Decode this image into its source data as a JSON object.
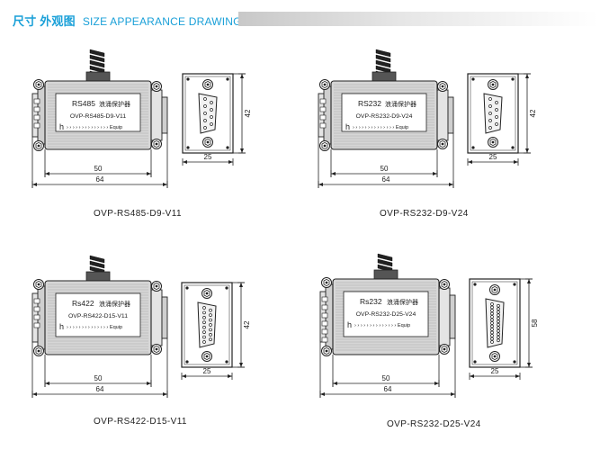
{
  "header": {
    "title_cn": "尺寸 外观图",
    "title_en": "SIZE APPEARANCE DRAWING"
  },
  "colors": {
    "accent": "#1aa0d8",
    "line": "#222222",
    "body_fill": "#d6d6d6"
  },
  "units": [
    {
      "label_prefix": "RS485",
      "label_cn": "浪涌保护器",
      "model_line": "OVP-RS485-D9-V11",
      "symbol": "h",
      "arrow_text": "› › › › › › › › › › › › › › Equip",
      "dim_inner": "50",
      "dim_outer": "64",
      "connector_dim_height": "42",
      "connector_dim_width": "25",
      "connector_type": "D9",
      "caption": "OVP-RS485-D9-V11"
    },
    {
      "label_prefix": "RS232",
      "label_cn": "浪涌保护器",
      "model_line": "OVP-RS232-D9-V24",
      "symbol": "h",
      "arrow_text": "› › › › › › › › › › › › › › Equip",
      "dim_inner": "50",
      "dim_outer": "64",
      "connector_dim_height": "42",
      "connector_dim_width": "25",
      "connector_type": "D9",
      "caption": "OVP-RS232-D9-V24"
    },
    {
      "label_prefix": "Rs422",
      "label_cn": "浪涌保护器",
      "model_line": "OVP-RS422-D15-V11",
      "symbol": "h",
      "arrow_text": "› › › › › › › › › › › › › › Equip",
      "dim_inner": "50",
      "dim_outer": "64",
      "connector_dim_height": "42",
      "connector_dim_width": "25",
      "connector_type": "D15",
      "caption": "OVP-RS422-D15-V11"
    },
    {
      "label_prefix": "Rs232",
      "label_cn": "浪涌保护器",
      "model_line": "OVP-RS232-D25-V24",
      "symbol": "h",
      "arrow_text": "› › › › › › › › › › › › › › Equip",
      "dim_inner": "50",
      "dim_outer": "64",
      "connector_dim_height": "58",
      "connector_dim_width": "25",
      "connector_type": "D25",
      "caption": "OVP-RS232-D25-V24"
    }
  ]
}
